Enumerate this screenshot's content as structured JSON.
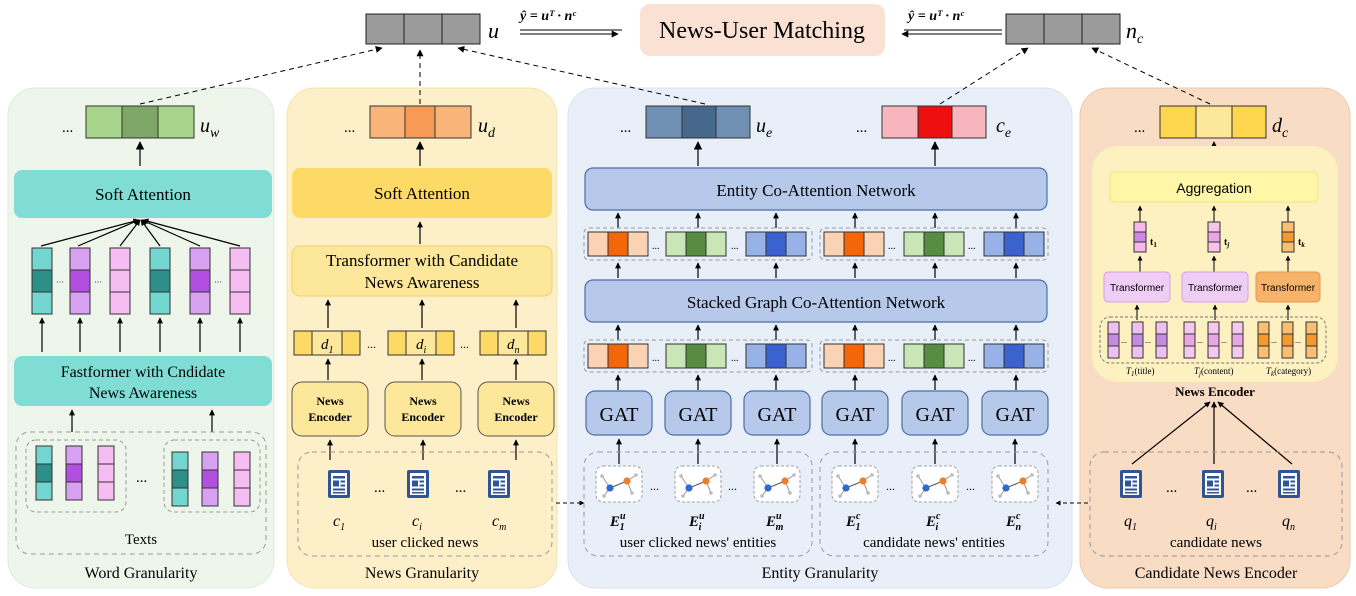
{
  "top": {
    "user_label": "u",
    "news_label": "n",
    "news_sub": "c",
    "matching_title": "News-User Matching",
    "formula_left": "ŷ = uᵀ · nᶜ",
    "formula_right": "ŷ = uᵀ · nᶜ"
  },
  "word": {
    "title": "Word Granularity",
    "output_label": "u",
    "output_sub": "w",
    "ellipsis": "...",
    "soft_attention": "Soft Attention",
    "fastformer_line1": "Fastformer with Cndidate",
    "fastformer_line2": "News Awareness",
    "texts_label": "Texts"
  },
  "news": {
    "title": "News Granularity",
    "output_label": "u",
    "output_sub": "d",
    "ellipsis": "...",
    "soft_attention": "Soft Attention",
    "transformer_line1": "Transformer with Candidate",
    "transformer_line2": "News Awareness",
    "d1": "d",
    "d1_sub": "1",
    "di": "d",
    "di_sub": "i",
    "dn": "d",
    "dn_sub": "n",
    "encoder_line1": "News",
    "encoder_line2": "Encoder",
    "c1": "c",
    "c1_sub": "1",
    "ci": "c",
    "ci_sub": "i",
    "cm": "c",
    "cm_sub": "m",
    "clicked_label": "user clicked news"
  },
  "entity": {
    "title": "Entity Granularity",
    "ue_label": "u",
    "ue_sub": "e",
    "ce_label": "c",
    "ce_sub": "e",
    "ellipsis": "...",
    "coattention": "Entity Co-Attention Network",
    "stacked": "Stacked Graph Co-Attention Network",
    "gat": "GAT",
    "E": "E",
    "u_sup": "u",
    "c_sup": "c",
    "sub_1": "1",
    "sub_i": "i",
    "sub_m": "m",
    "sub_n": "n",
    "user_entities": "user clicked news' entities",
    "candidate_entities": "candidate news' entities"
  },
  "candidate": {
    "title": "Candidate News Encoder",
    "output_label": "d",
    "output_sub": "c",
    "ellipsis": "...",
    "aggregation": "Aggregation",
    "transformer": "Transformer",
    "t1": "t",
    "t1_sub": "1",
    "tj": "t",
    "tj_sub": "j",
    "tk": "t",
    "tk_sub": "k",
    "T1": "T",
    "T1_sub": "1",
    "T1_text": "(title)",
    "Tj": "T",
    "Tj_sub": "j",
    "Tj_text": "(content)",
    "Tk": "T",
    "Tk_sub": "k",
    "Tk_text": "(category)",
    "encoder_label": "News Encoder",
    "q1": "q",
    "q1_sub": "1",
    "qi": "q",
    "qi_sub": "i",
    "qn": "q",
    "qn_sub": "n",
    "candidate_label": "candidate news"
  },
  "colors": {
    "word_panel": "#eef6ec",
    "news_panel": "#fdf0c8",
    "entity_panel": "#e8eff8",
    "candidate_panel": "#f8dcc4",
    "teal": "#7fddd6",
    "soft_yellow": "#fdd965",
    "entity_blue": "#b6c9ea",
    "matching_bg": "#fbe1d4"
  }
}
